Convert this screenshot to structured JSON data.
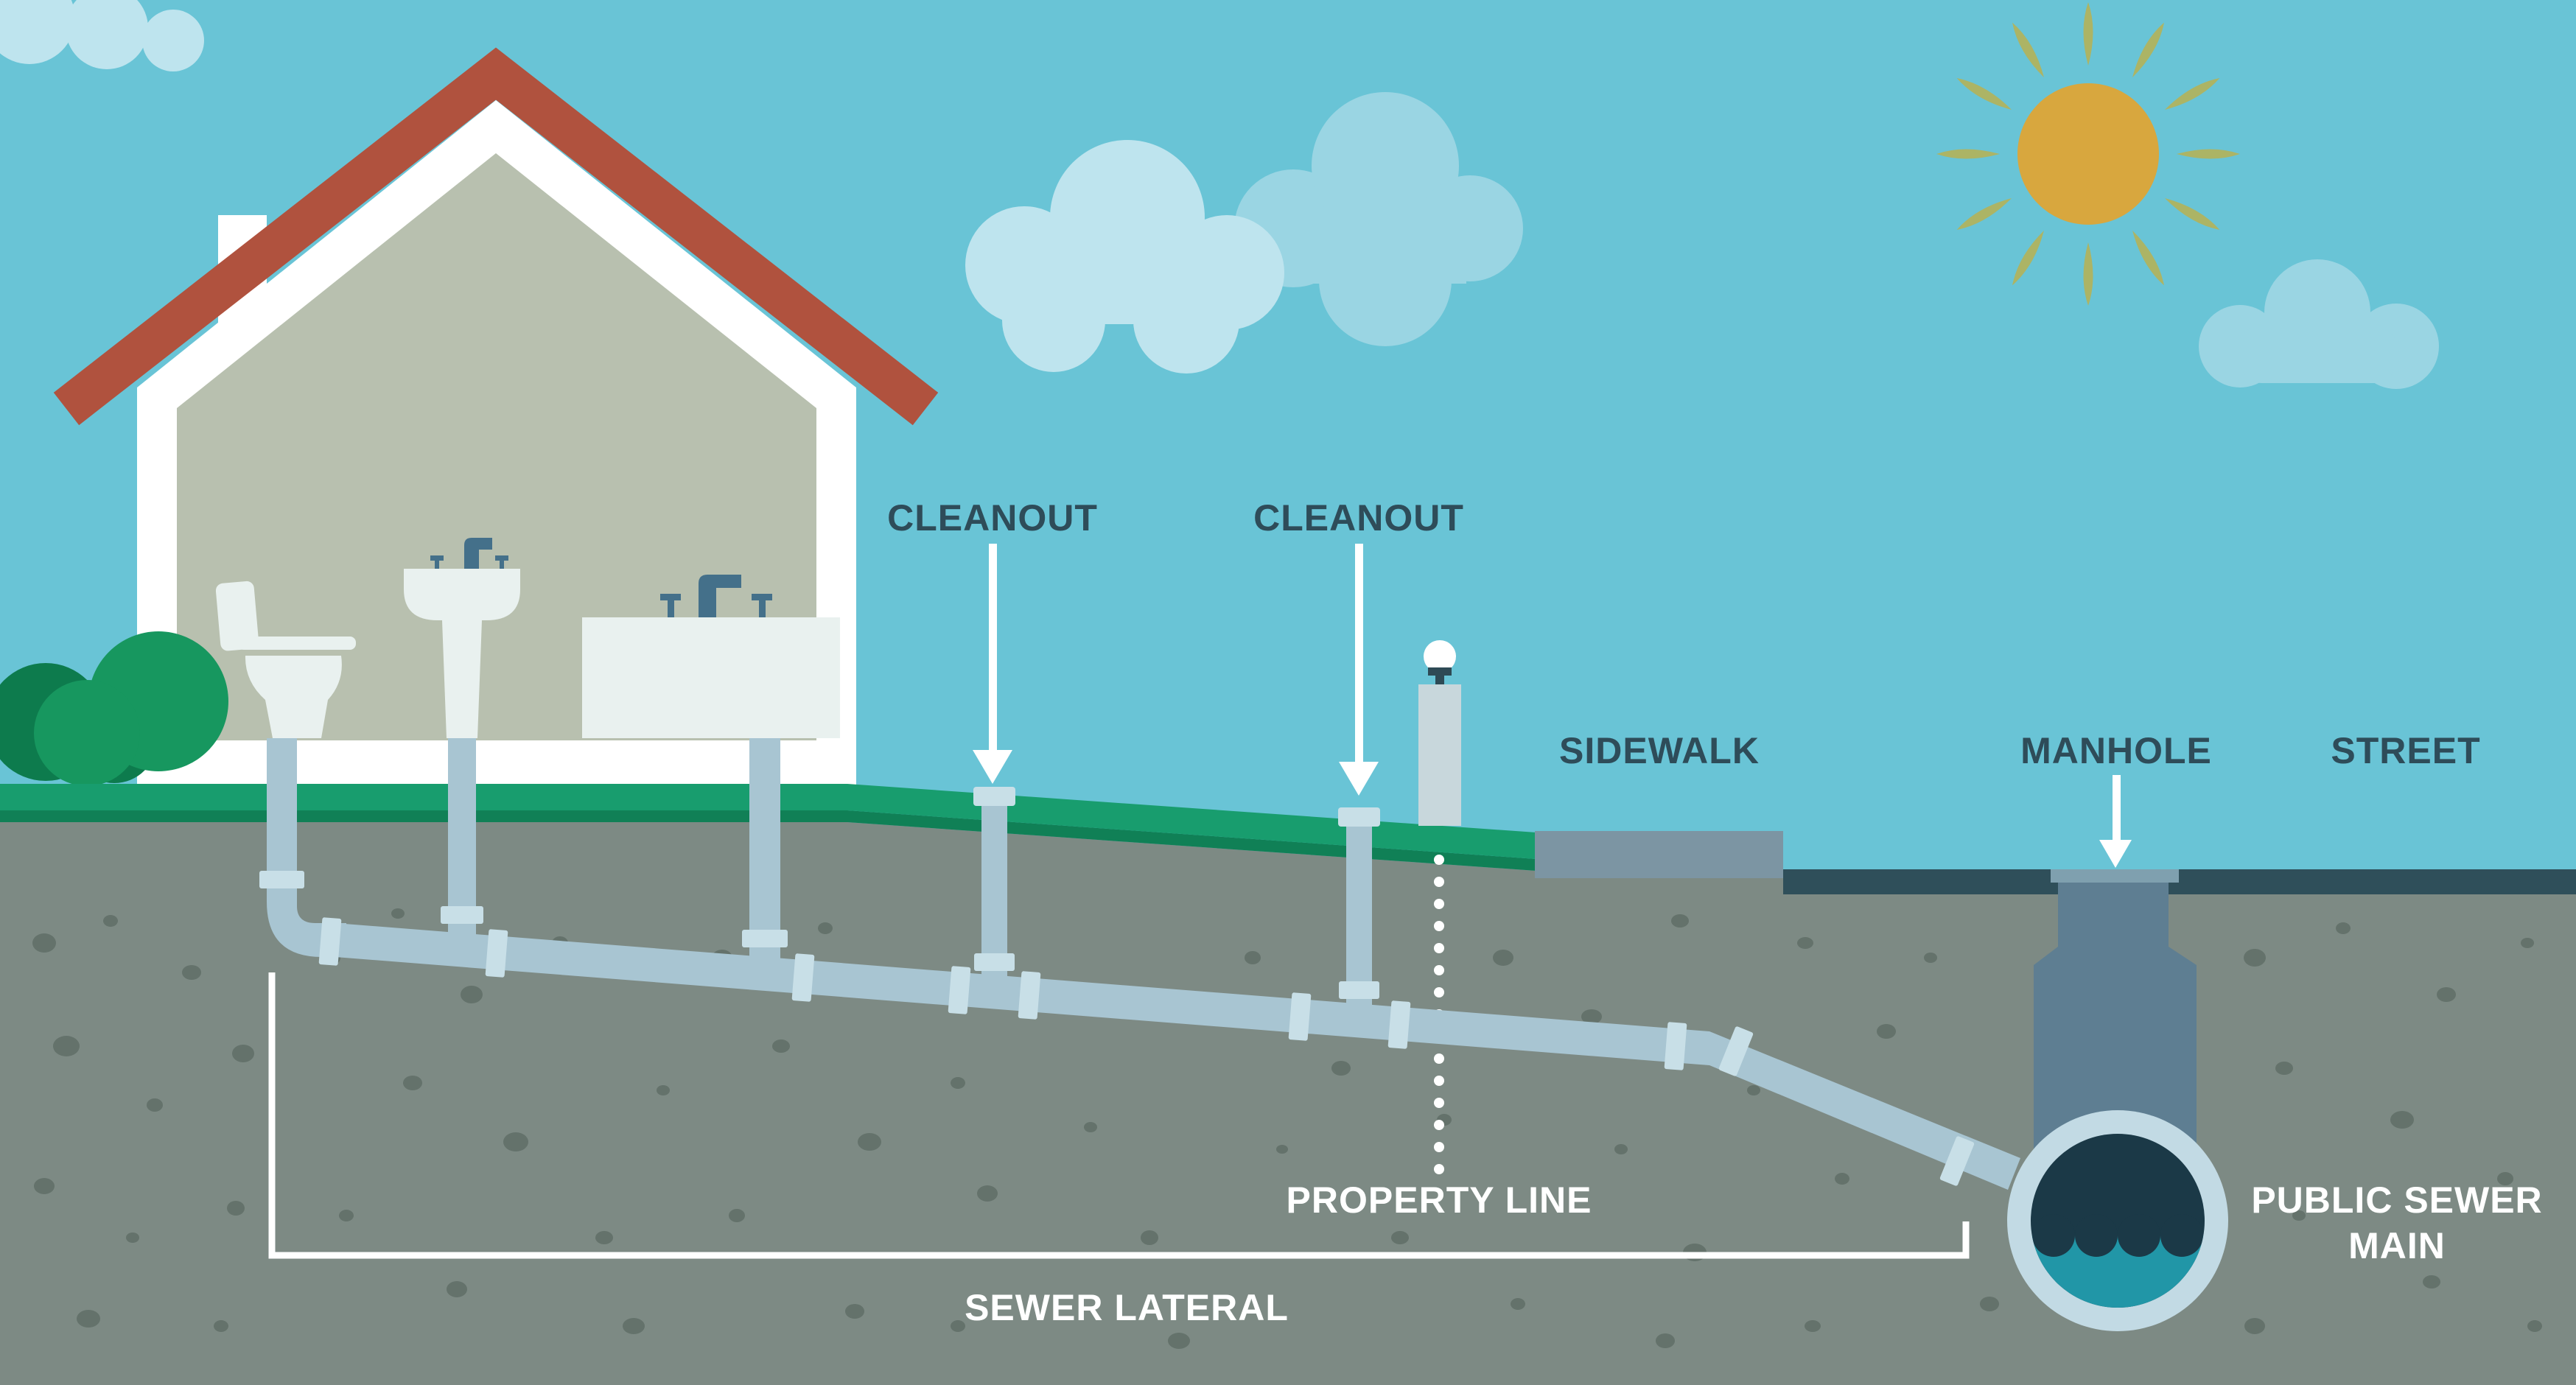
{
  "scene": "Residential sewer lateral cross-section infographic",
  "labels": {
    "cleanout_left": "CLEANOUT",
    "cleanout_right": "CLEANOUT",
    "sidewalk": "SIDEWALK",
    "manhole": "MANHOLE",
    "street": "STREET",
    "property_line": "PROPERTY LINE",
    "sewer_lateral": "SEWER LATERAL",
    "public_sewer_main_line1": "PUBLIC SEWER",
    "public_sewer_main_line2": "MAIN"
  },
  "colors": {
    "sky": "#69C4D6",
    "sun_disc": "#D8A73E",
    "sun_rays": "#ACB465",
    "cloud_light": "#BEE4EE",
    "cloud_dark": "#9AD5E3",
    "roof": "#B0523E",
    "house_white": "#FFFFFF",
    "interior": "#B8C0AF",
    "fixture": "#E9F1EF",
    "faucet": "#44708A",
    "bush_light": "#17975F",
    "bush_dark": "#0D7B4D",
    "grass": "#189D6E",
    "grass_dark": "#108056",
    "ground": "#7D8A84",
    "speckle": "#64726B",
    "pipe": "#A8C5D2",
    "coupling": "#C8DFE7",
    "sidewalk": "#7C95A3",
    "street": "#2F4F5A",
    "manhole_shaft": "#5E7E92",
    "manhole_cover": "#7FA0AF",
    "sewer_ring": "#C2DAE4",
    "sewer_dark": "#1B3947",
    "sewer_water": "#2196A7",
    "label_dark": "#2E4C59",
    "label_light": "#FFFFFF",
    "lamp_post": "#C8D7DC",
    "lamp_dark": "#2E4A55"
  }
}
